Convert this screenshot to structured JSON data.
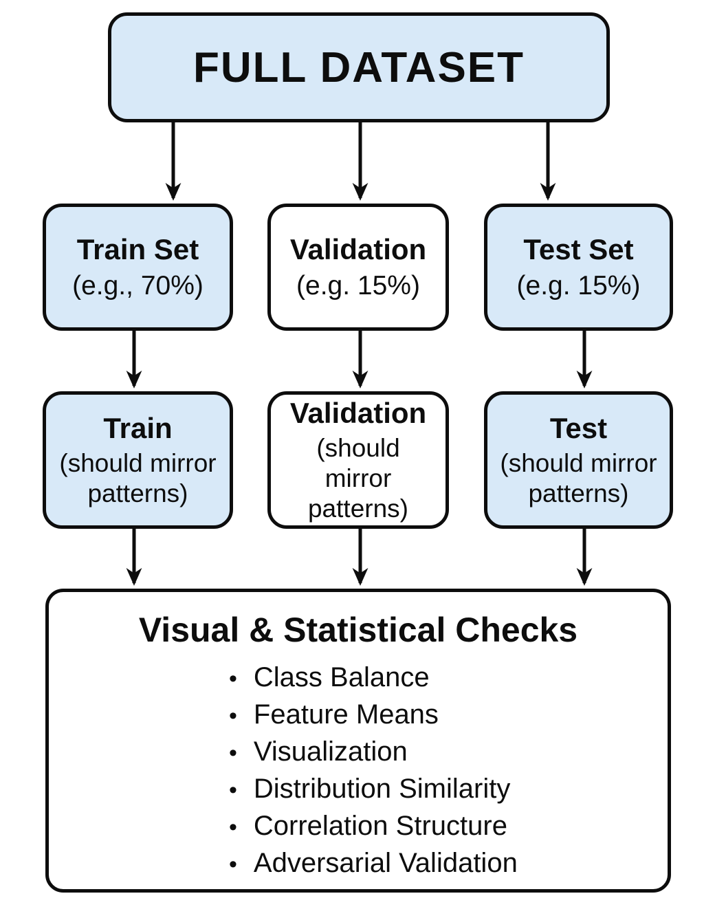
{
  "diagram": {
    "colors": {
      "box_fill_blue": "#d8e9f8",
      "box_fill_white": "#ffffff",
      "border": "#0d0d0d",
      "arrow": "#0d0d0d",
      "background": "#ffffff"
    },
    "top_box": {
      "label": "FULL DATASET"
    },
    "split_row": [
      {
        "title": "Train Set",
        "subtitle": "(e.g., 70%)",
        "fill": "blue"
      },
      {
        "title": "Validation",
        "subtitle": "(e.g. 15%)",
        "fill": "white"
      },
      {
        "title": "Test Set",
        "subtitle": "(e.g. 15%)",
        "fill": "blue"
      }
    ],
    "mirror_row": [
      {
        "title": "Train",
        "subtitle": "(should mirror patterns)",
        "fill": "blue"
      },
      {
        "title": "Validation",
        "subtitle": "(should mirror patterns)",
        "fill": "white"
      },
      {
        "title": "Test",
        "subtitle": "(should mirror patterns)",
        "fill": "blue"
      }
    ],
    "checks_box": {
      "title": "Visual & Statistical Checks",
      "bullet": "•",
      "items": [
        "Class Balance",
        "Feature Means",
        "Visualization",
        "Distribution Similarity",
        "Correlation Structure",
        "Adversarial Validation"
      ]
    }
  }
}
